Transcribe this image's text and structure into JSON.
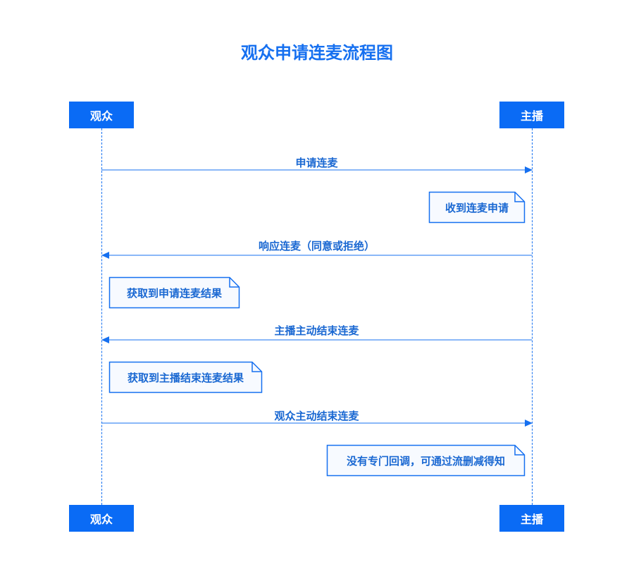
{
  "title": "观众申请连麦流程图",
  "actors": {
    "audience": "观众",
    "host": "主播"
  },
  "messages": [
    {
      "label": "申请连麦",
      "direction": "right"
    },
    {
      "label": "响应连麦（同意或拒绝）",
      "direction": "left"
    },
    {
      "label": "主播主动结束连麦",
      "direction": "left"
    },
    {
      "label": "观众主动结束连麦",
      "direction": "right"
    }
  ],
  "notes": [
    {
      "text": "收到连麦申请",
      "side": "host"
    },
    {
      "text": "获取到申请连麦结果",
      "side": "audience"
    },
    {
      "text": "获取到主播结束连麦结果",
      "side": "audience"
    },
    {
      "text": "没有专门回调，可通过流删减得知",
      "side": "host"
    }
  ],
  "colors": {
    "accent": "#0A6BF5",
    "text": "#1A68D2",
    "note_fill": "#F7FAFF"
  }
}
